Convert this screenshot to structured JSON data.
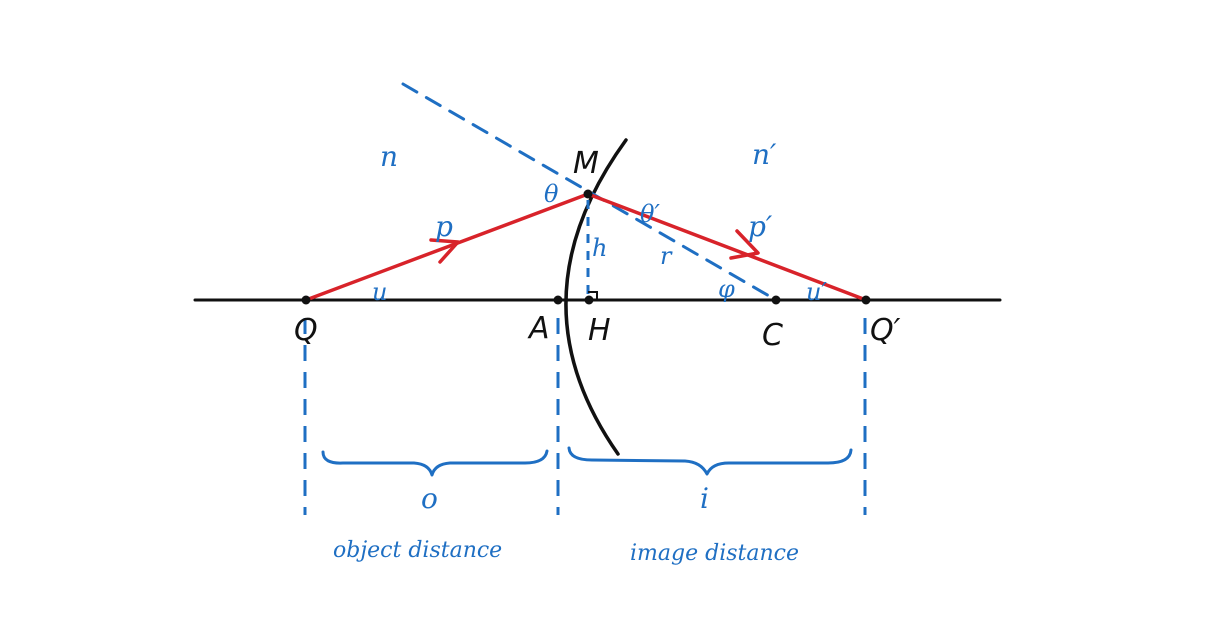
{
  "colors": {
    "ink": "#111111",
    "ray": "#d8232a",
    "construction": "#1f6fc3"
  },
  "points": {
    "Q": "Q",
    "A": "A",
    "H": "H",
    "C": "C",
    "Q_prime": "Q′",
    "M": "M"
  },
  "media": {
    "n": "n",
    "n_prime": "n′"
  },
  "angles": {
    "theta": "θ",
    "theta_prime": "θ′",
    "u": "u",
    "u_prime": "u′",
    "phi": "φ"
  },
  "segments": {
    "p": "p",
    "p_prime": "p′",
    "h": "h",
    "r": "r"
  },
  "distances": {
    "o": "o",
    "i": "i",
    "object_distance": "object distance",
    "image_distance": "image distance"
  }
}
